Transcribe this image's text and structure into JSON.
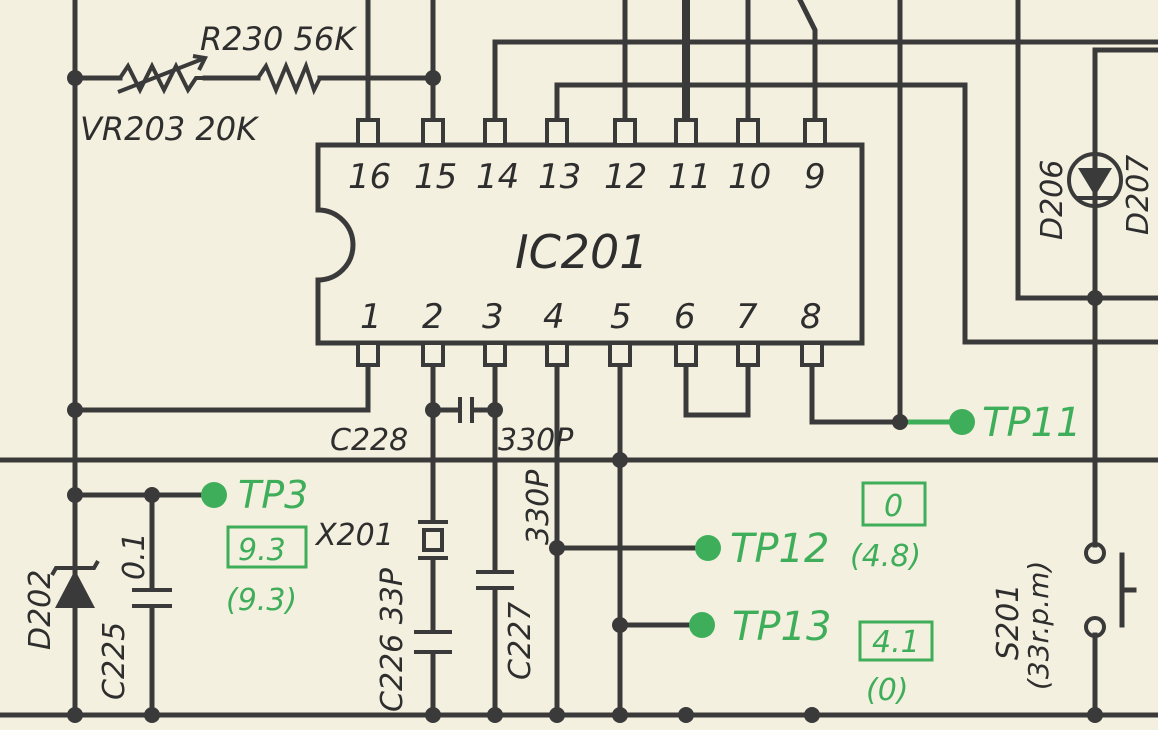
{
  "colors": {
    "background": "#f4f0df",
    "wire": "#3a3a3a",
    "testpoint": "#3fae5a"
  },
  "ic": {
    "label": "IC201",
    "pins_top": [
      "16",
      "15",
      "14",
      "13",
      "12",
      "11",
      "10",
      "9"
    ],
    "pins_bottom": [
      "1",
      "2",
      "3",
      "4",
      "5",
      "6",
      "7",
      "8"
    ]
  },
  "components": {
    "r230": "R230 56K",
    "vr203": "VR203 20K",
    "c228": "C228",
    "c228_value": "330P",
    "x201": "X201",
    "c226": "C226 33P",
    "c227": "C227",
    "c227_value": "330P",
    "d202": "D202",
    "c225": "C225",
    "c225_value": "0.1",
    "d206": "D206",
    "d207": "D207",
    "s201": "S201",
    "s201_note": "(33r.p.m)"
  },
  "testpoints": {
    "tp3": {
      "label": "TP3",
      "boxed": "9.3",
      "paren": "(9.3)"
    },
    "tp11": {
      "label": "TP11"
    },
    "tp12": {
      "label": "TP12",
      "boxed": "0",
      "paren": "(4.8)"
    },
    "tp13": {
      "label": "TP13",
      "boxed": "4.1",
      "paren": "(0)"
    }
  }
}
